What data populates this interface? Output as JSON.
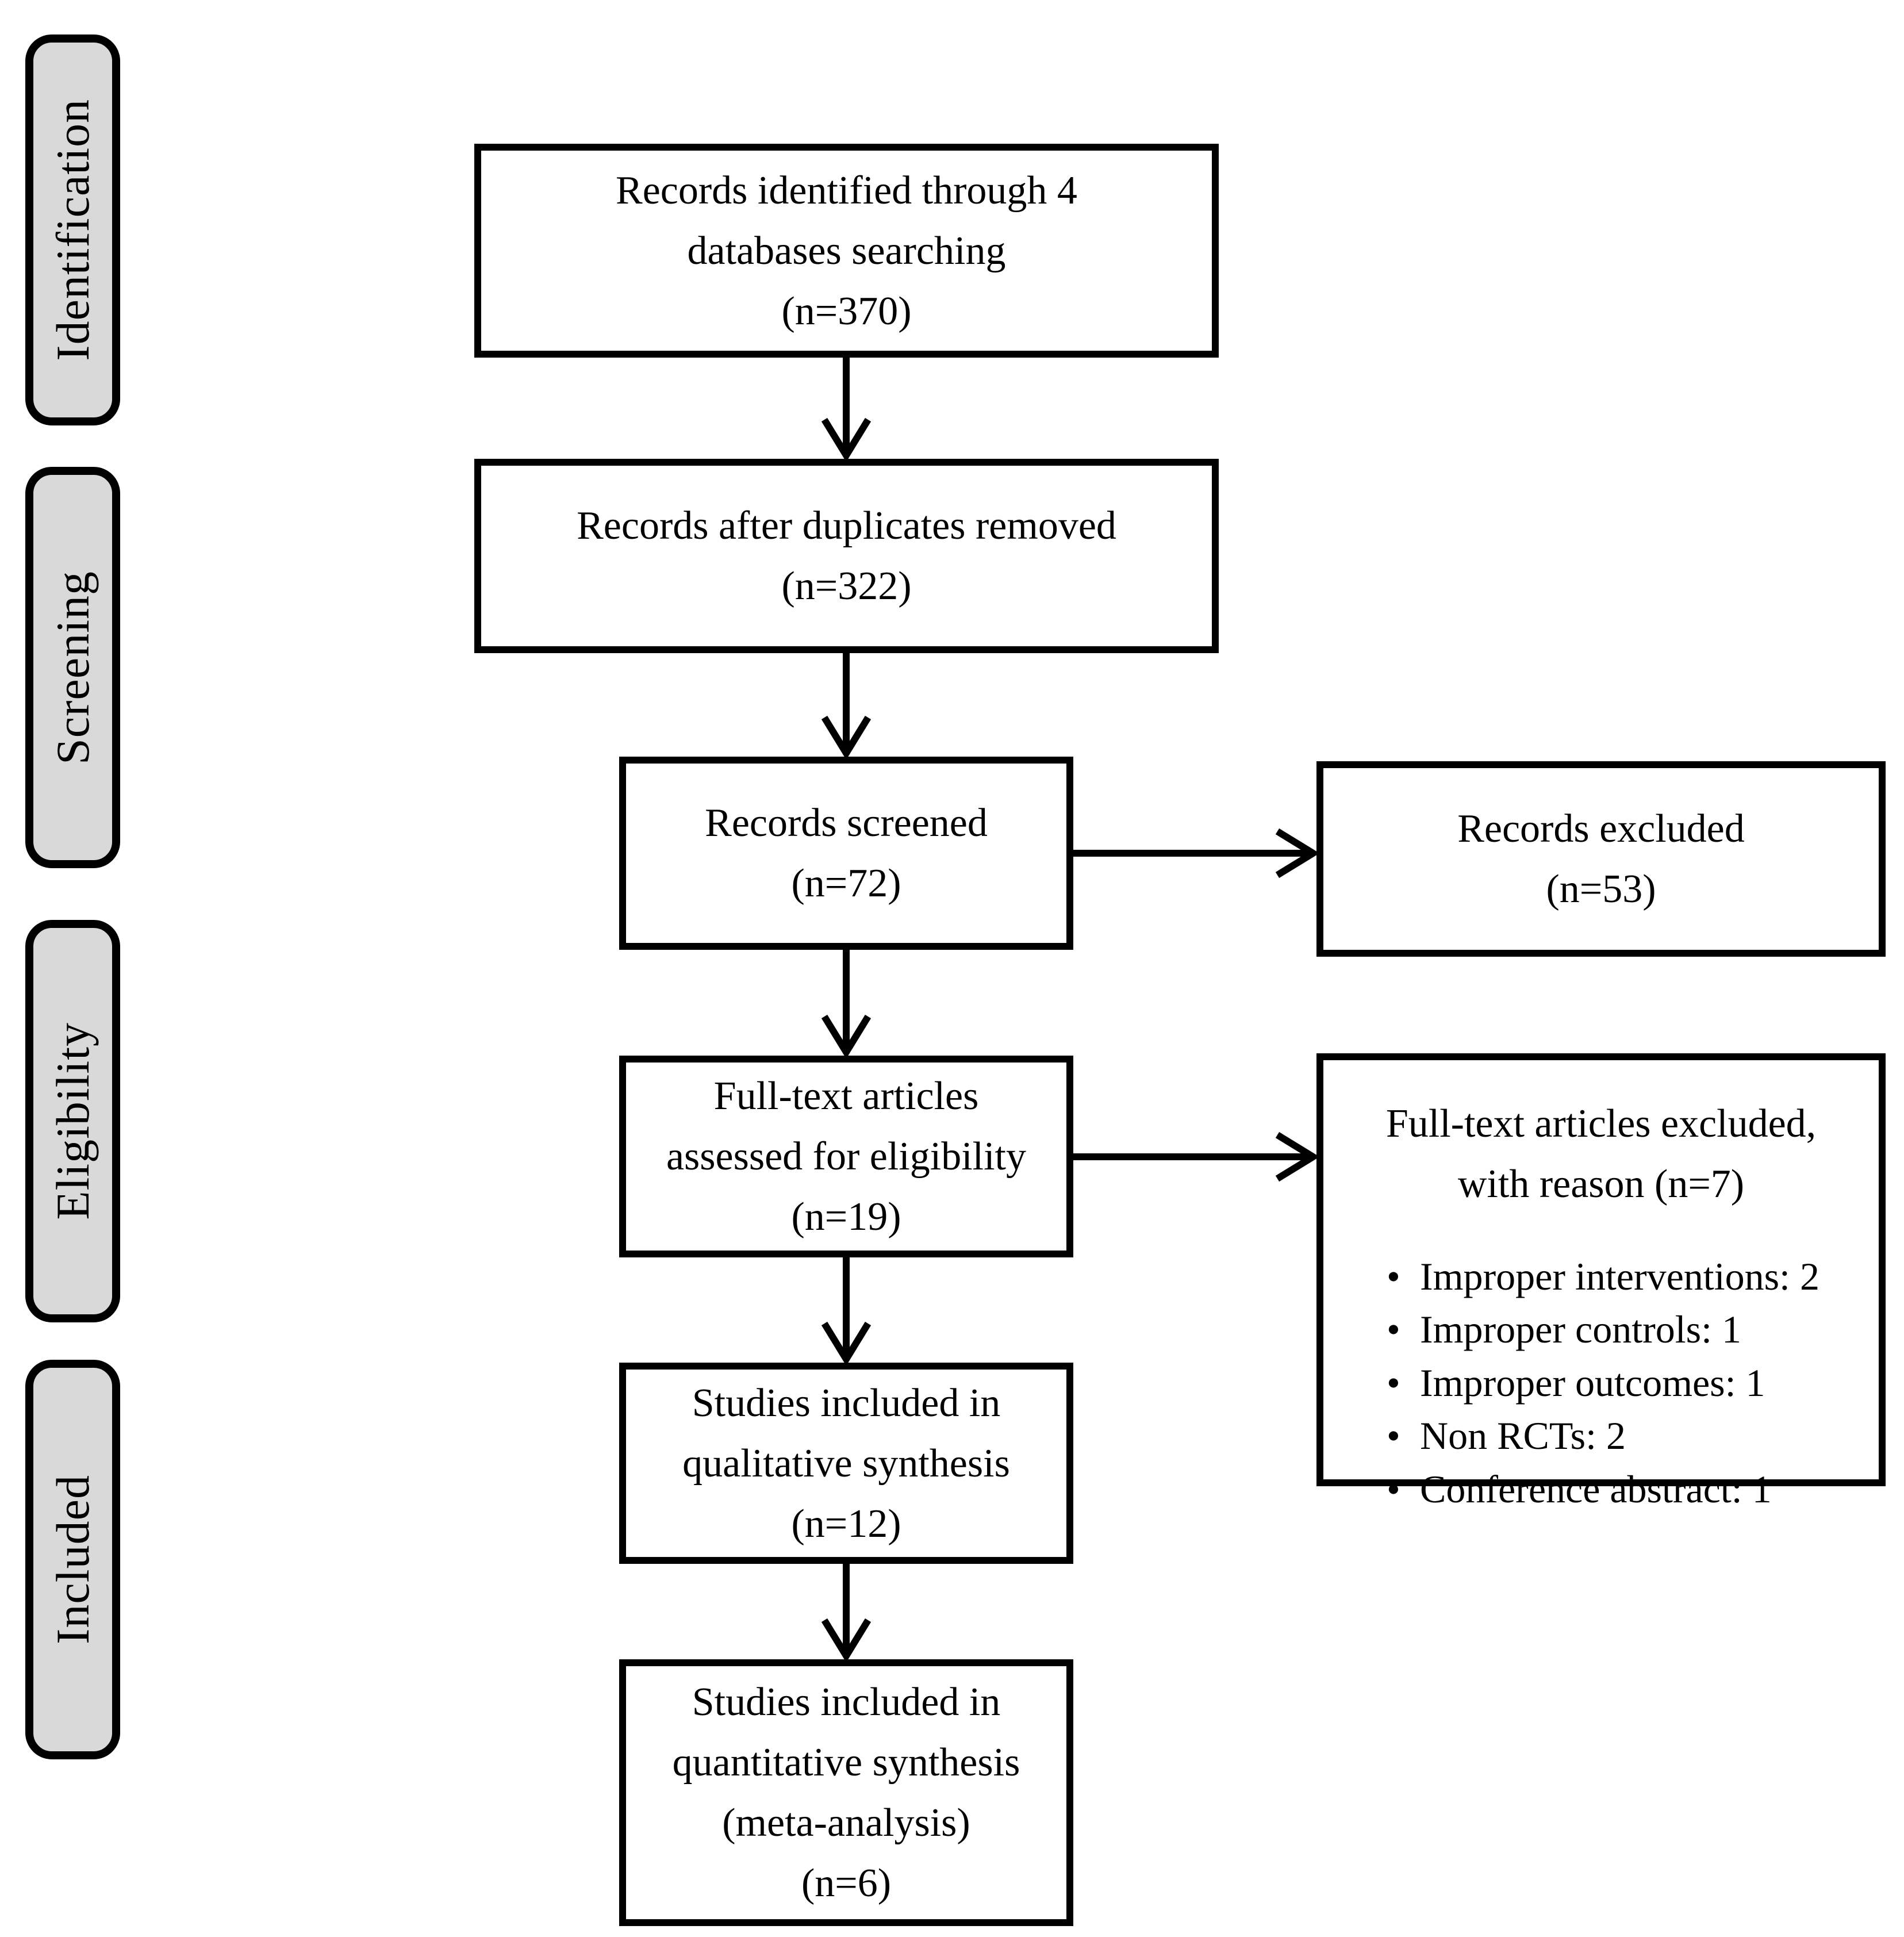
{
  "sidebar": {
    "items": [
      {
        "label": "Identification"
      },
      {
        "label": "Screening"
      },
      {
        "label": "Eligibility"
      },
      {
        "label": "Included"
      }
    ]
  },
  "flow": {
    "identified": {
      "lines": [
        "Records identified through 4",
        "databases searching",
        "(n=370)"
      ]
    },
    "deduplicated": {
      "lines": [
        "Records after duplicates removed",
        "(n=322)"
      ]
    },
    "screened": {
      "lines": [
        "Records screened",
        "(n=72)"
      ]
    },
    "records_excluded": {
      "lines": [
        "Records excluded",
        "(n=53)"
      ]
    },
    "fulltext_assessed": {
      "lines": [
        "Full-text articles",
        "assessed for eligibility",
        "(n=19)"
      ]
    },
    "fulltext_excluded": {
      "title_lines": [
        "Full-text articles excluded,",
        "with reason (n=7)"
      ],
      "bullet_char": "•",
      "reasons": [
        "Improper interventions: 2",
        "Improper controls: 1",
        "Improper outcomes: 1",
        "Non RCTs: 2",
        "Conference abstract: 1"
      ]
    },
    "qualitative": {
      "lines": [
        "Studies included in",
        "qualitative synthesis",
        "(n=12)"
      ]
    },
    "quantitative": {
      "lines": [
        "Studies included in",
        "quantitative synthesis",
        "(meta-analysis)",
        "(n=6)"
      ]
    }
  },
  "counts": {
    "identified": 370,
    "after_duplicates_removed": 322,
    "screened": 72,
    "records_excluded": 53,
    "fulltext_assessed": 19,
    "fulltext_excluded": 7,
    "qualitative_synthesis": 12,
    "quantitative_synthesis": 6
  },
  "colors": {
    "stage_fill": "#d9d9d9",
    "box_fill": "#ffffff",
    "line": "#000000",
    "background": "#ffffff"
  }
}
